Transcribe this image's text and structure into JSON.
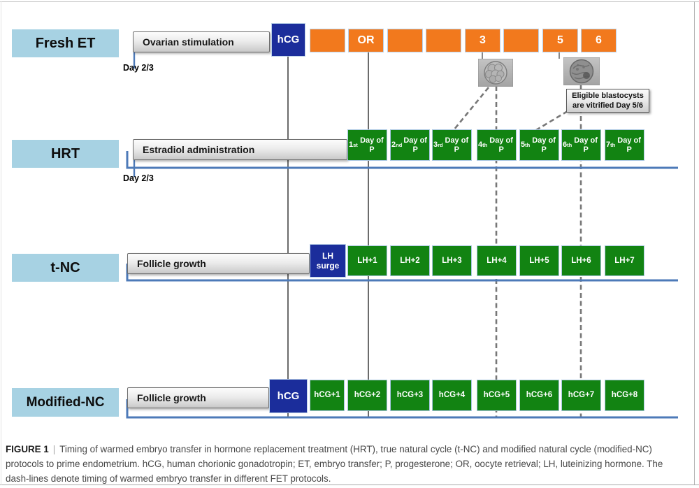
{
  "figure": {
    "fresh_et": {
      "label": "Fresh ET",
      "phase_label": "Ovarian stimulation",
      "trigger_label": "hCG",
      "day_label": "Day 2/3",
      "timeline_boxes": [
        "",
        "OR",
        "",
        "",
        "3",
        "",
        "5",
        "6"
      ]
    },
    "hrt": {
      "label": "HRT",
      "phase_label": "Estradiol administration",
      "day_label": "Day 2/3",
      "timeline_boxes": [
        {
          "num": "1",
          "ord": "st",
          "rest": "Day of P"
        },
        {
          "num": "2",
          "ord": "nd",
          "rest": "Day of P"
        },
        {
          "num": "3",
          "ord": "rd",
          "rest": "Day of P"
        },
        {
          "num": "4",
          "ord": "th",
          "rest": "Day of P"
        },
        {
          "num": "5",
          "ord": "th",
          "rest": "Day of P"
        },
        {
          "num": "6",
          "ord": "th",
          "rest": "Day of P"
        },
        {
          "num": "7",
          "ord": "th",
          "rest": "Day of P"
        }
      ]
    },
    "t_nc": {
      "label": "t-NC",
      "phase_label": "Follicle growth",
      "trigger_label": "LH surge",
      "timeline_boxes": [
        "LH+1",
        "LH+2",
        "LH+3",
        "LH+4",
        "LH+5",
        "LH+6",
        "LH+7"
      ]
    },
    "modified_nc": {
      "label": "Modified-NC",
      "phase_label": "Follicle growth",
      "trigger_label": "hCG",
      "timeline_boxes": [
        "hCG+1",
        "hCG+2",
        "hCG+3",
        "hCG+4",
        "hCG+5",
        "hCG+6",
        "hCG+7",
        "hCG+8"
      ]
    },
    "annotation": {
      "line1": "Eligible blastocysts",
      "line2": "are vitrified Day 5/6"
    },
    "images": {
      "day3": "day-3-embryo",
      "day5": "day-5-blastocyst"
    }
  },
  "caption": {
    "label": "FIGURE 1",
    "separator": "|",
    "text": "Timing of warmed embryo transfer in hormone replacement treatment (HRT), true natural cycle (t-NC) and modified natural cycle (modified-NC) protocols to prime endometrium. hCG, human chorionic gonadotropin; ET, embryo transfer; P, progesterone; OR, oocyte retrieval; LH, luteinizing hormone. The dash-lines denote timing of warmed embryo transfer in different FET protocols."
  },
  "colors": {
    "orange": "#f2791d",
    "green": "#128312",
    "navy": "#1b2d9b",
    "light_blue": "#a7d2e3",
    "line_blue": "#4d7ab8",
    "line_gray": "#6b6b6b"
  }
}
